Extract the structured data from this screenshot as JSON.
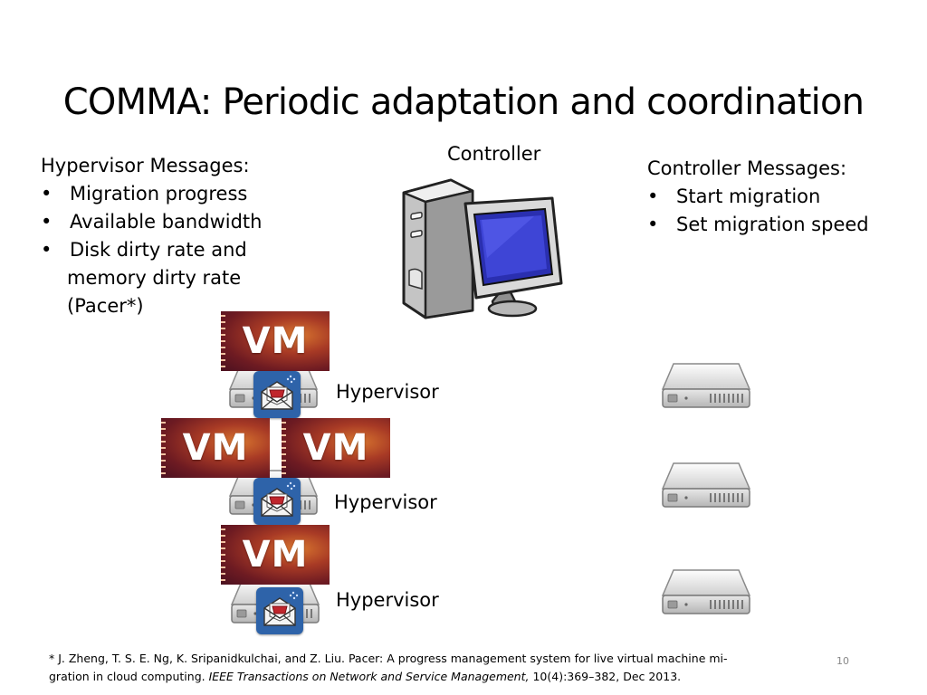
{
  "slide": {
    "title": "COMMA: Periodic adaptation and coordination",
    "controller_label": "Controller",
    "page_number": "10"
  },
  "hypervisor_messages": {
    "heading": "Hypervisor Messages:",
    "items": [
      "Migration progress",
      "Available bandwidth",
      "Disk dirty rate and"
    ],
    "continuation": [
      "memory  dirty rate",
      "(Pacer*)"
    ]
  },
  "controller_messages": {
    "heading": "Controller Messages:",
    "items": [
      "Start migration",
      "Set migration speed"
    ]
  },
  "bullet_glyph": "•",
  "hosts": {
    "hypervisor_label": "Hypervisor",
    "vm_label": "VM"
  },
  "footnote": {
    "line1": "* J. Zheng, T. S. E. Ng, K. Sripanidkulchai, and Z. Liu. Pacer: A progress management system for live virtual machine mi-",
    "line2_prefix": "gration in cloud computing. ",
    "line2_journal": "IEEE Transactions on Network and Service Management,",
    "line2_suffix": " 10(4):369–382, Dec 2013."
  },
  "icons": {
    "controller": "desktop-computer-icon",
    "server": "rack-server-icon",
    "message": "envelope-icon"
  },
  "colors": {
    "envelope_bg": "#2e63a9",
    "vm_bg": "#8a2a23",
    "monitor_screen": "#2a2fb0"
  }
}
